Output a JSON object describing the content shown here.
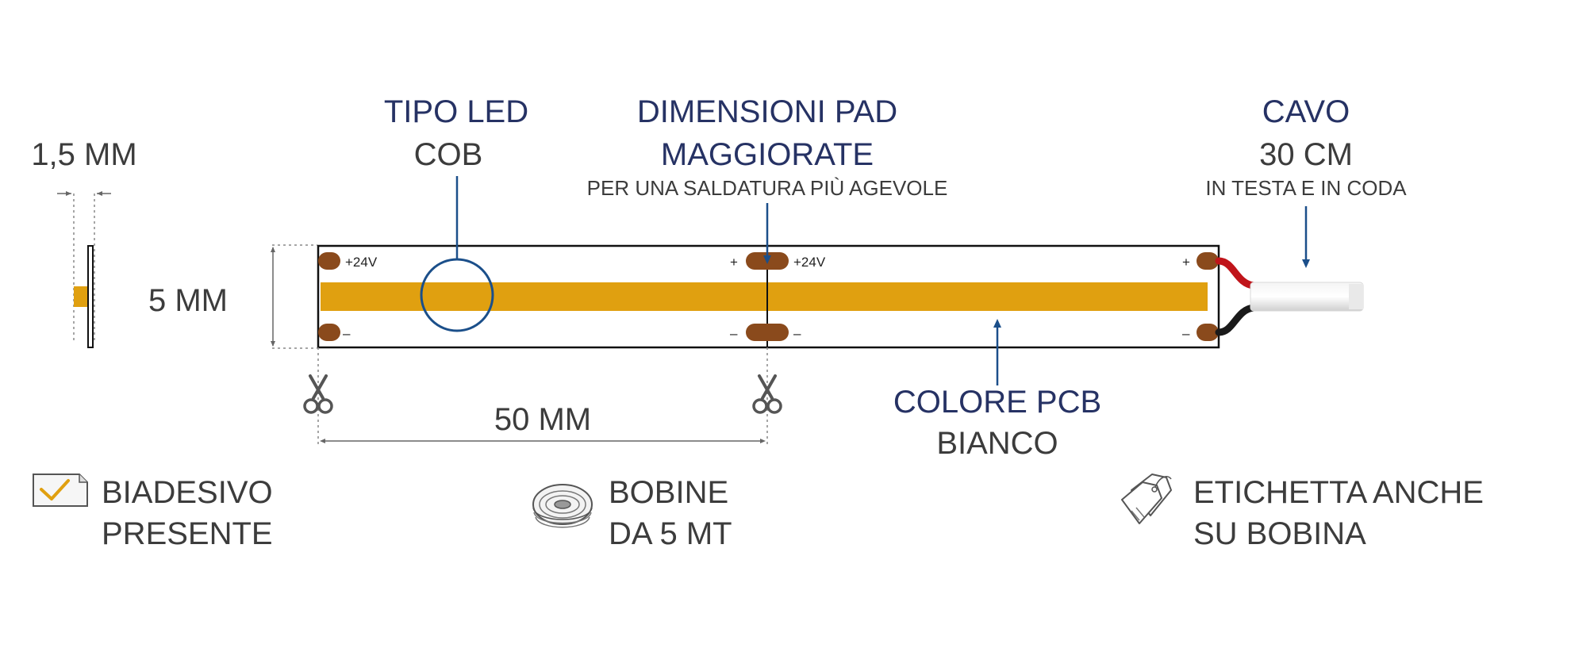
{
  "thickness": {
    "label": "1,5 MM"
  },
  "width": {
    "label": "5 MM"
  },
  "led_type": {
    "title": "TIPO LED",
    "value": "COB"
  },
  "pads": {
    "title_line1": "DIMENSIONI PAD",
    "title_line2": "MAGGIORATE",
    "note": "PER UNA SALDATURA PIÙ AGEVOLE"
  },
  "cable": {
    "title": "CAVO",
    "value": "30 CM",
    "note": "IN TESTA E IN CODA"
  },
  "pcb": {
    "title": "COLORE PCB",
    "value": "BIANCO"
  },
  "cut_interval": {
    "label": "50 MM"
  },
  "strip": {
    "pad_left_plus": "+24V",
    "pad_left_minus": "–",
    "pad_mid_plus_left": "+",
    "pad_mid_plus_right": "+24V",
    "pad_mid_minus_left": "–",
    "pad_mid_minus_right": "–",
    "pad_right_plus": "+",
    "pad_right_minus": "–"
  },
  "features": [
    {
      "line1": "BIADESIVO",
      "line2": "PRESENTE",
      "icon": "adhesive-check-icon"
    },
    {
      "line1": "BOBINE",
      "line2": "DA 5 MT",
      "icon": "reel-icon"
    },
    {
      "line1": "ETICHETTA ANCHE",
      "line2": "SU BOBINA",
      "icon": "tag-icon"
    }
  ],
  "colors": {
    "accent_navy": "#263264",
    "leader_blue": "#1b4f8a",
    "led_amber": "#e0a010",
    "pad_brown": "#8a4a1c",
    "text_dark": "#3c3c3c",
    "wire_red": "#c0141a",
    "wire_black": "#1a1a1a"
  }
}
